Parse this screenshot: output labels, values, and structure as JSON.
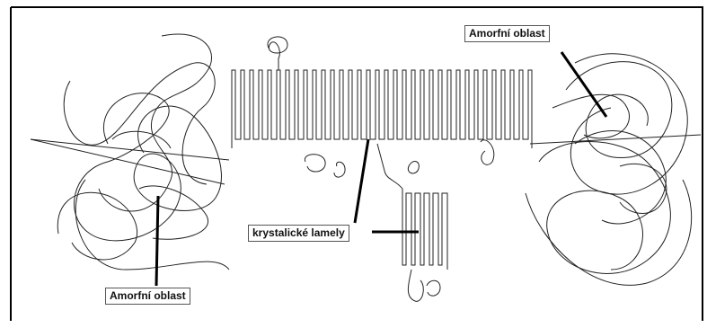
{
  "labels": {
    "amorphous_top": "Amorfní oblast",
    "amorphous_bottom": "Amorfní oblast",
    "crystalline": "krystalické lamely"
  },
  "colors": {
    "line": "#1a1a1a",
    "frame": "#000000",
    "background": "#ffffff"
  }
}
